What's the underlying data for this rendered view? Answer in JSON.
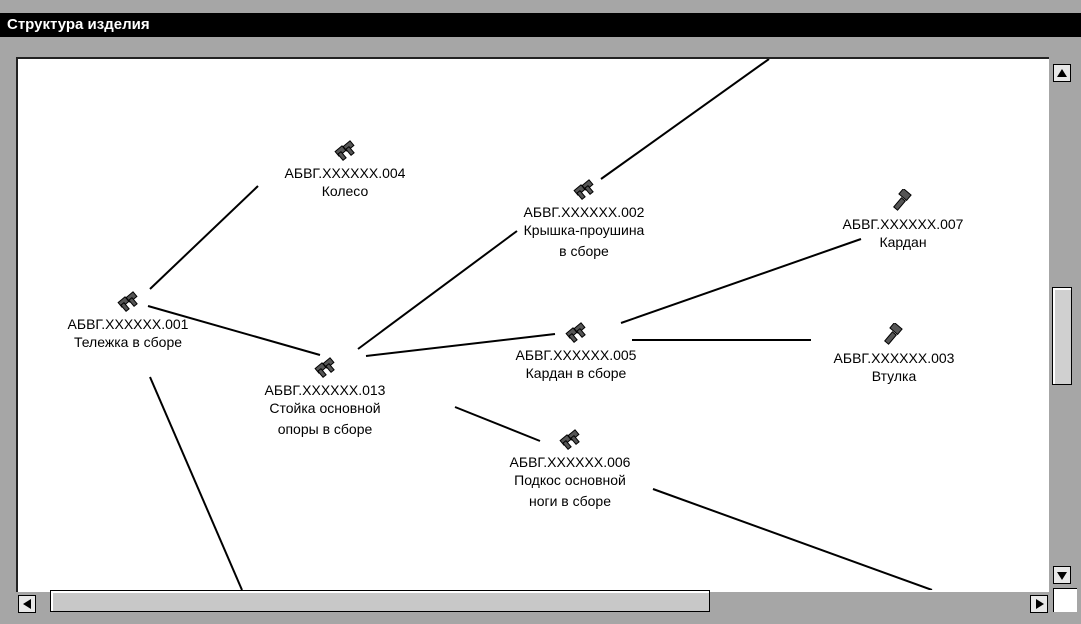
{
  "window": {
    "title": "Структура изделия"
  },
  "icons": {
    "assembly": "assembly-icon",
    "part": "part-icon"
  },
  "nodes": [
    {
      "id": "001",
      "code": "АБВГ.XXXXXX.001",
      "name_lines": [
        "Тележка в сборе"
      ],
      "icon": "assembly-icon"
    },
    {
      "id": "004",
      "code": "АБВГ.XXXXXX.004",
      "name_lines": [
        "Колесо"
      ],
      "icon": "assembly-icon"
    },
    {
      "id": "013",
      "code": "АБВГ.XXXXXX.013",
      "name_lines": [
        "Стойка основной",
        "опоры в сборе"
      ],
      "icon": "assembly-icon"
    },
    {
      "id": "002",
      "code": "АБВГ.XXXXXX.002",
      "name_lines": [
        "Крышка-проушина",
        "в сборе"
      ],
      "icon": "assembly-icon"
    },
    {
      "id": "005",
      "code": "АБВГ.XXXXXX.005",
      "name_lines": [
        "Кардан в сборе"
      ],
      "icon": "assembly-icon"
    },
    {
      "id": "006",
      "code": "АБВГ.XXXXXX.006",
      "name_lines": [
        "Подкос основной",
        "ноги в сборе"
      ],
      "icon": "assembly-icon"
    },
    {
      "id": "007",
      "code": "АБВГ.XXXXXX.007",
      "name_lines": [
        "Кардан"
      ],
      "icon": "part-icon"
    },
    {
      "id": "003",
      "code": "АБВГ.XXXXXX.003",
      "name_lines": [
        "Втулка"
      ],
      "icon": "part-icon"
    }
  ],
  "connections": [
    [
      "001",
      "004"
    ],
    [
      "001",
      "013"
    ],
    [
      "013",
      "002"
    ],
    [
      "013",
      "005"
    ],
    [
      "013",
      "006"
    ],
    [
      "005",
      "007"
    ],
    [
      "005",
      "003"
    ]
  ]
}
